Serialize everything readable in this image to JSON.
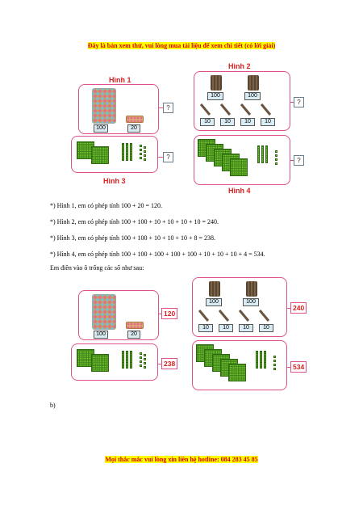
{
  "header": "Đây là bản xem thử, vui lòng mua tài liệu để xem chi tiết (có lời giải)",
  "footer": "Mọi thắc mắc vui lòng xin liên hệ hotline: 084 283 45 85",
  "figure_top": {
    "captions": {
      "h1": "Hình 1",
      "h2": "Hình 2",
      "h3": "Hình 3",
      "h4": "Hình 4"
    },
    "question_mark": "?",
    "labels": {
      "hundred": "100",
      "twenty": "20",
      "ten": "10"
    }
  },
  "solution": {
    "lines": [
      "*) Hình 1, em có phép tính 100 + 20 = 120.",
      "*) Hình 2, em có phép tính 100 + 100 + 10 + 10 + 10 + 10 = 240.",
      "*) Hình 3, em có phép tính 100 + 100 + 10 + 10 + 10 + 8 = 238.",
      "*) Hình 4, em có phép tính 100 + 100 + 100 + 100 + 100 + 10 + 10 + 10 + 4 = 534."
    ],
    "intro": "Em điền vào ô trống các số như sau:"
  },
  "figure_bottom": {
    "answers": {
      "a1": "120",
      "a2": "240",
      "a3": "238",
      "a4": "534"
    }
  },
  "part_b": "b)"
}
